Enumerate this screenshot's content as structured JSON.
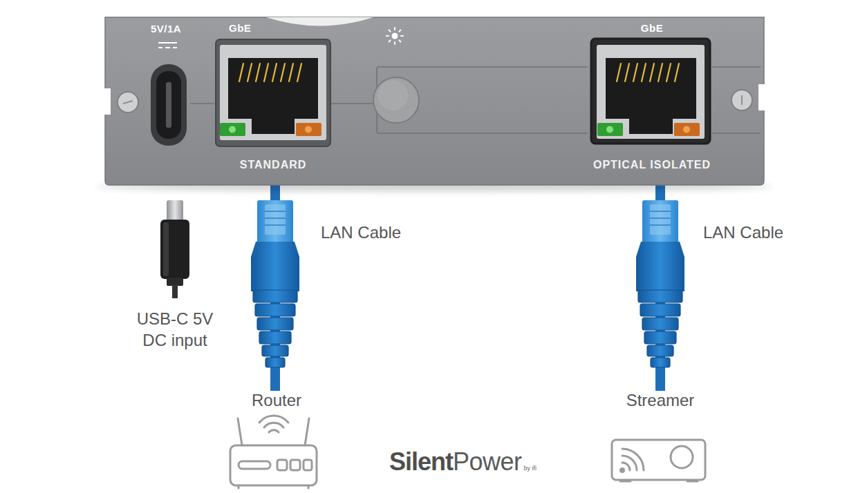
{
  "diagram": {
    "nodes": [
      {
        "text": [
          "5V/1A"
        ]
      },
      {
        "text": [
          "GbE",
          "STANDARD"
        ]
      },
      {
        "text": [
          "GbE",
          "OPTICAL ISOLATED"
        ]
      },
      {
        "text": [
          "Router"
        ]
      },
      {
        "text": [
          "Streamer"
        ]
      }
    ],
    "edges": [
      {
        "from": 1,
        "to": 3,
        "arrow": "none",
        "label": "LAN Cable"
      },
      {
        "from": 2,
        "to": 4,
        "arrow": "none",
        "label": "LAN Cable"
      }
    ],
    "labels": [
      "USB-C 5V DC input",
      "Silent",
      "Power",
      "by ifi"
    ]
  }
}
